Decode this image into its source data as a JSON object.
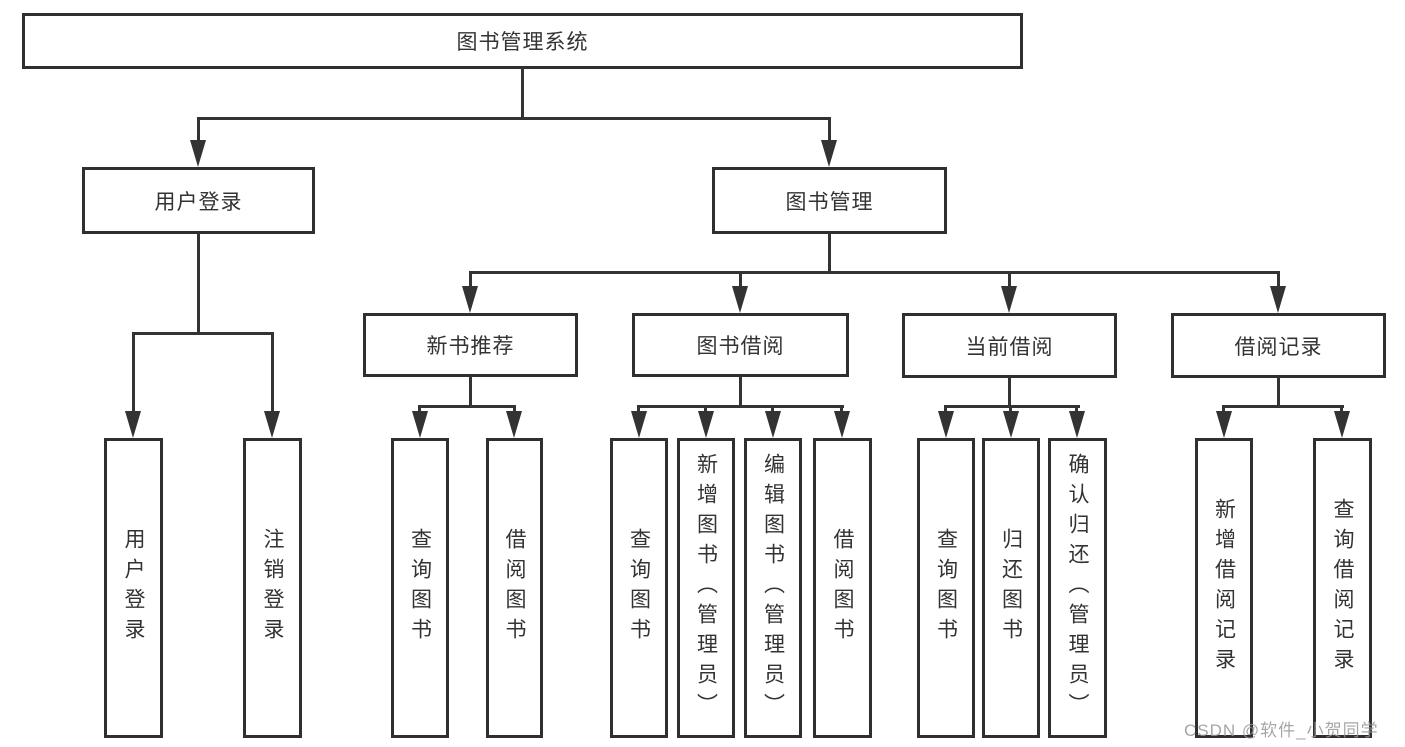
{
  "diagram": {
    "root": {
      "label": "图书管理系统"
    },
    "level2": [
      {
        "id": "user-login",
        "label": "用户登录"
      },
      {
        "id": "book-management",
        "label": "图书管理"
      }
    ],
    "level3": [
      {
        "id": "new-book-recommendation",
        "label": "新书推荐",
        "parent": "图书管理"
      },
      {
        "id": "book-borrowing",
        "label": "图书借阅",
        "parent": "图书管理"
      },
      {
        "id": "current-borrowing",
        "label": "当前借阅",
        "parent": "图书管理"
      },
      {
        "id": "borrowing-records",
        "label": "借阅记录",
        "parent": "图书管理"
      }
    ],
    "leaves": [
      {
        "group": "用户登录",
        "label": "用户登录"
      },
      {
        "group": "用户登录",
        "label": "注销登录"
      },
      {
        "group": "新书推荐",
        "label": "查询图书"
      },
      {
        "group": "新书推荐",
        "label": "借阅图书"
      },
      {
        "group": "图书借阅",
        "label": "查询图书"
      },
      {
        "group": "图书借阅",
        "label": "新增图书（管理员）"
      },
      {
        "group": "图书借阅",
        "label": "编辑图书（管理员）"
      },
      {
        "group": "图书借阅",
        "label": "借阅图书"
      },
      {
        "group": "当前借阅",
        "label": "查询图书"
      },
      {
        "group": "当前借阅",
        "label": "归还图书"
      },
      {
        "group": "当前借阅",
        "label": "确认归还（管理员）"
      },
      {
        "group": "借阅记录",
        "label": "新增借阅记录"
      },
      {
        "group": "借阅记录",
        "label": "查询借阅记录"
      }
    ]
  },
  "watermark": {
    "text": "CSDN @软件_小贺同学"
  },
  "colors": {
    "line": "#333333",
    "box_border": "#2f2f2f",
    "background": "#ffffff",
    "text": "#333333",
    "watermark": "#969696"
  }
}
